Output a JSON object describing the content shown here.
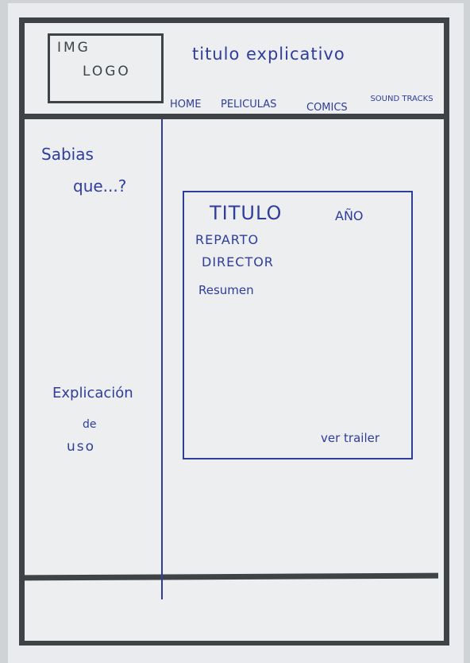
{
  "header": {
    "logo_line1": "IMG",
    "logo_line2": "LOGO",
    "title": "titulo explicativo",
    "nav": [
      "HOME",
      "PELICULAS",
      "COMICS",
      "SOUND TRACKS"
    ]
  },
  "sidebar": {
    "question_line1": "Sabias",
    "question_line2": "que...?",
    "usage_line1": "Explicación",
    "usage_line2": "de",
    "usage_line3": "uso"
  },
  "movie_card": {
    "title": "TITULO",
    "year": "AÑO",
    "cast": "REPARTO",
    "director": "DIRECTOR",
    "summary": "Resumen",
    "trailer_link": "ver trailer"
  },
  "colors": {
    "ink_blue": "#2f3d9b",
    "marker_gray": "#3e4347"
  }
}
